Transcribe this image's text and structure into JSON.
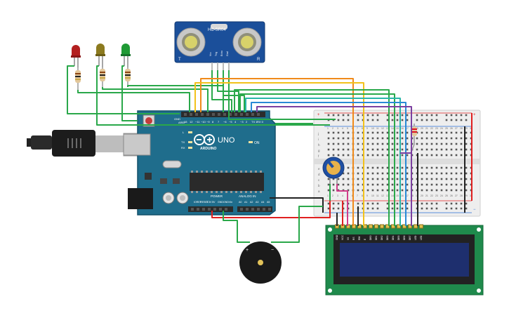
{
  "sensor": {
    "model": "HC-SR04",
    "left_mark": "T",
    "right_mark": "R",
    "pins": [
      "Vcc",
      "Trig",
      "Echo",
      "Gnd"
    ]
  },
  "arduino": {
    "brand": "ARDUINO",
    "model": "UNO",
    "on_label": "ON",
    "led_labels": [
      "L",
      "TX",
      "RX"
    ],
    "digital_pins": [
      "13",
      "12",
      "~11",
      "~10",
      "~9",
      "8",
      "7",
      "~6",
      "~5",
      "4",
      "~3",
      "2",
      "TX 1",
      "RX 0"
    ],
    "power_header_label": "POWER",
    "analog_header_label": "ANALOG IN",
    "power_pins": [
      "IOREF",
      "RESET",
      "3.3V",
      "5V",
      "GND",
      "GND",
      "Vin"
    ],
    "analog_pins": [
      "A0",
      "A1",
      "A2",
      "A3",
      "A4",
      "A5"
    ],
    "aref_label": "AREF",
    "gnd_label": "GND"
  },
  "breadboard": {
    "columns": [
      "1",
      "2",
      "3",
      "4",
      "5",
      "6",
      "7",
      "8",
      "9",
      "10",
      "11",
      "12",
      "13",
      "14",
      "15",
      "16",
      "17",
      "18",
      "19",
      "20",
      "21",
      "22",
      "23",
      "24",
      "25",
      "26",
      "27",
      "28",
      "29",
      "30"
    ],
    "rows_top": [
      "j",
      "i",
      "h",
      "g",
      "f"
    ],
    "rows_bottom": [
      "e",
      "d",
      "c",
      "b",
      "a"
    ],
    "plus": "+",
    "minus": "−"
  },
  "lcd": {
    "pins": [
      "GND",
      "VCC",
      "V0",
      "RS",
      "RW",
      "E",
      "DB0",
      "DB1",
      "DB2",
      "DB3",
      "DB4",
      "DB5",
      "DB6",
      "DB7",
      "LED",
      "LED"
    ]
  },
  "buzzer": {
    "plus": "+",
    "minus": "−"
  },
  "leds": [
    {
      "color": "red"
    },
    {
      "color": "yellow"
    },
    {
      "color": "green"
    }
  ],
  "colors": {
    "board": "#1f6d8c",
    "breadboard": "#eeeeee",
    "lcd_pcb": "#1f8a4c",
    "lcd_screen": "#1e2f6e",
    "sensor_pcb": "#1b4f9a",
    "wire_green": "#2aa84a",
    "wire_orange": "#f08a1a",
    "wire_yellow": "#f2c21b",
    "wire_red": "#e02020",
    "wire_black": "#222222",
    "wire_purple": "#7b3fa0",
    "wire_blue": "#2a8ad6",
    "wire_teal": "#29b6a8",
    "wire_pink": "#d13c8a"
  }
}
